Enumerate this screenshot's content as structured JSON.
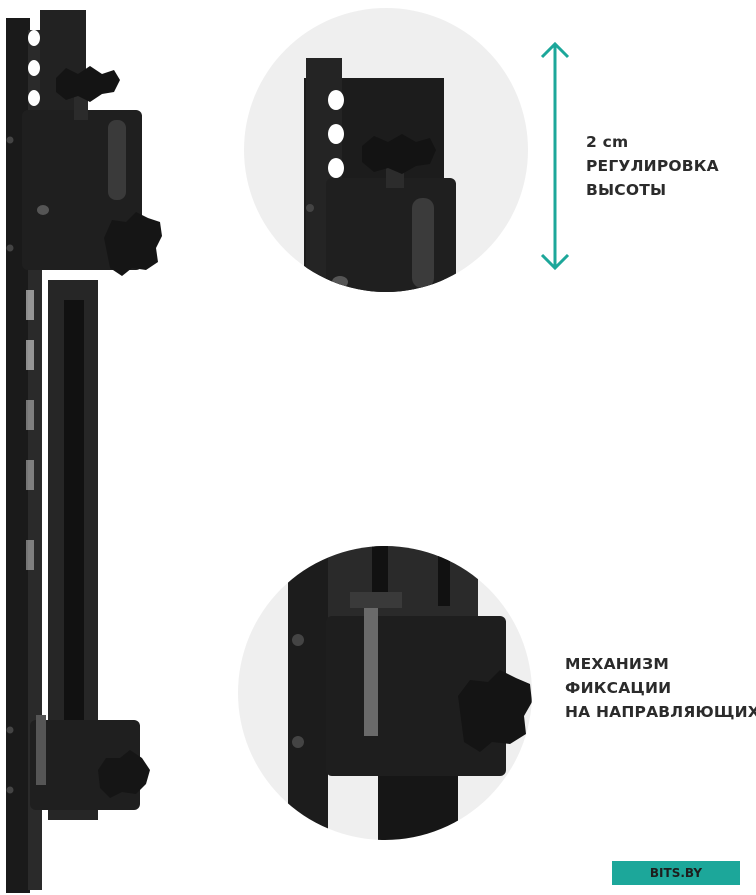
{
  "height_adjust": {
    "line1": "2 cm",
    "line2": "РЕГУЛИРОВКА",
    "line3": "ВЫСОТЫ"
  },
  "fixation": {
    "line1": "МЕХАНИЗМ",
    "line2": "ФИКСАЦИИ",
    "line3": "НА НАПРАВЛЯЮЩИХ"
  },
  "watermark": "BITS.BY",
  "colors": {
    "accent": "#1ca79a",
    "metal": "#1b1b1b",
    "circle_bg": "#efefef"
  },
  "icons": {
    "arrow": "double-vertical-arrow-icon"
  }
}
